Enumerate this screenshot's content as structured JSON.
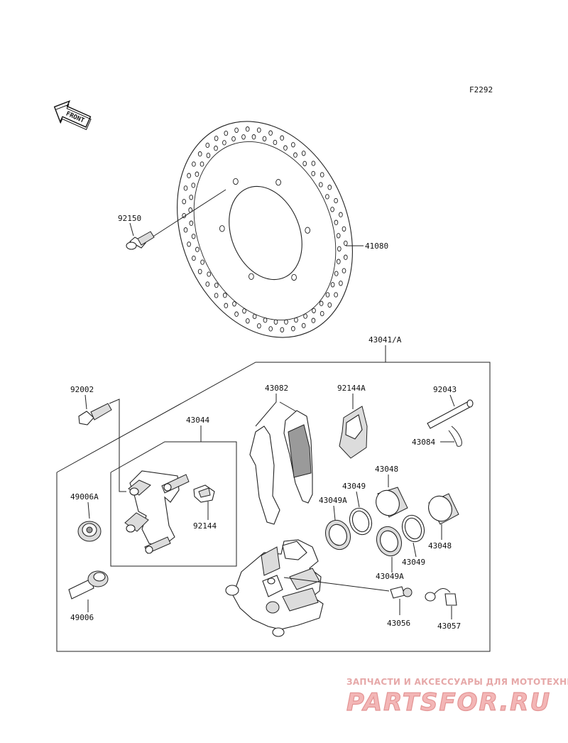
{
  "diagram": {
    "code": "F2292",
    "direction_tag": "FRONT",
    "labels": {
      "l_92150": "92150",
      "l_41080": "41080",
      "l_43041": "43041/A",
      "l_92002": "92002",
      "l_43082": "43082",
      "l_92144a": "92144A",
      "l_92043": "92043",
      "l_43044": "43044",
      "l_43084": "43084",
      "l_43048a": "43048",
      "l_43049a": "43049",
      "l_49006a": "49006A",
      "l_43049Aa": "43049A",
      "l_92144": "92144",
      "l_43048b": "43048",
      "l_43049b": "43049",
      "l_43049Ab": "43049A",
      "l_43056": "43056",
      "l_43057": "43057",
      "l_49006": "49006"
    }
  },
  "watermark": {
    "tagline": "ЗАПЧАСТИ И АКСЕССУАРЫ ДЛЯ МОТОТЕХНИКИ",
    "logo": "PARTSFOR.RU"
  }
}
